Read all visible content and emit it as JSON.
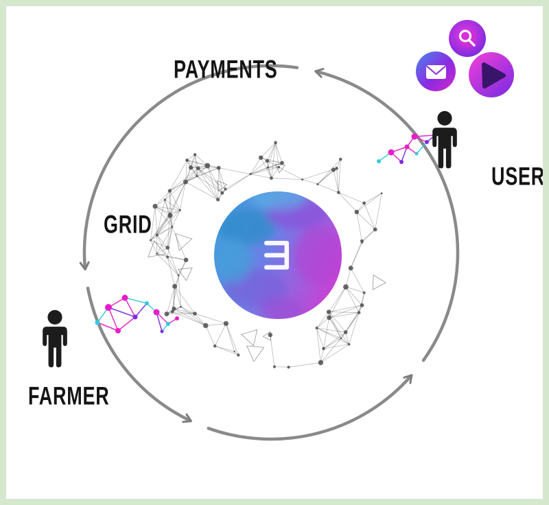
{
  "diagram": {
    "labels": {
      "payments": "PAYMENTS",
      "user": "USER",
      "grid": "GRID",
      "farmer": "FARMER"
    },
    "icons": {
      "center": "threefold-logo",
      "apps": [
        "search-icon",
        "mail-icon",
        "play-icon"
      ]
    },
    "colors": {
      "arrow": "#8a8a8a",
      "mesh": "#4f4f4f",
      "magenta": "#e61ec8",
      "cyan": "#35c8dc",
      "purple": "#7b2be2",
      "globe_blue": "#3aa2dc",
      "globe_mid": "#6e7ee6",
      "globe_purple": "#c445d6",
      "label_text": "#141414",
      "person": "#1c1c1c"
    }
  }
}
